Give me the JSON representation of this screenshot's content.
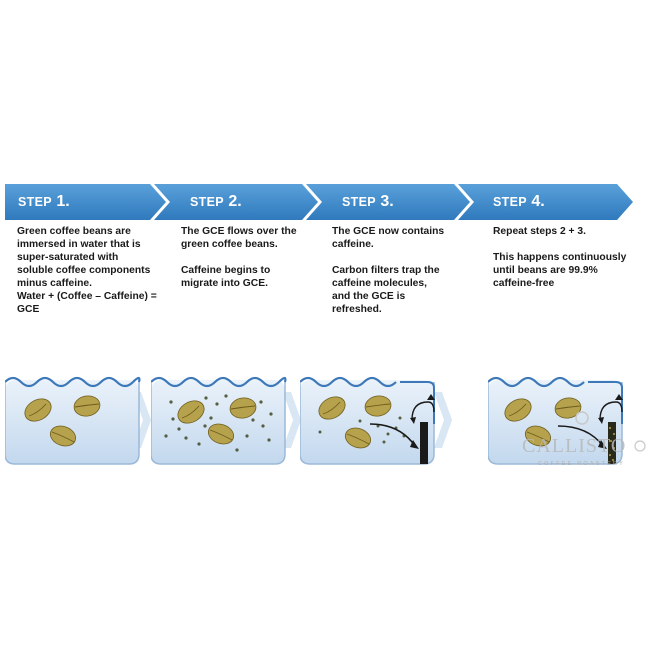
{
  "steps": [
    {
      "word": "STEP",
      "number": "1.",
      "lines": [
        "Green coffee beans are",
        "immersed in water that is",
        "super-saturated with",
        "soluble coffee components",
        "minus caffeine.",
        "Water + (Coffee – Caffeine) =",
        "GCE"
      ]
    },
    {
      "word": "STEP",
      "number": "2.",
      "lines": [
        "The GCE flows over the",
        "green coffee beans.",
        "",
        "Caffeine begins to",
        "migrate into GCE."
      ]
    },
    {
      "word": "STEP",
      "number": "3.",
      "lines": [
        "The GCE now contains",
        "caffeine.",
        "",
        "Carbon filters trap the",
        "caffeine molecules,",
        "and the GCE is",
        "refreshed."
      ]
    },
    {
      "word": "STEP",
      "number": "4.",
      "lines": [
        "Repeat steps 2 + 3.",
        "",
        "This happens continuously",
        "until beans are 99.9%",
        "caffeine-free"
      ]
    }
  ],
  "logo": {
    "name": "CALLISTO",
    "subtitle": "COFFEE ROASTERY"
  },
  "colors": {
    "banner": "#3a86c8",
    "banner_light": "#5da3dc",
    "water": "#cfe0f2",
    "water_line": "#3d78b8",
    "bean": "#b9a24a",
    "filter": "#1a1a1a"
  }
}
